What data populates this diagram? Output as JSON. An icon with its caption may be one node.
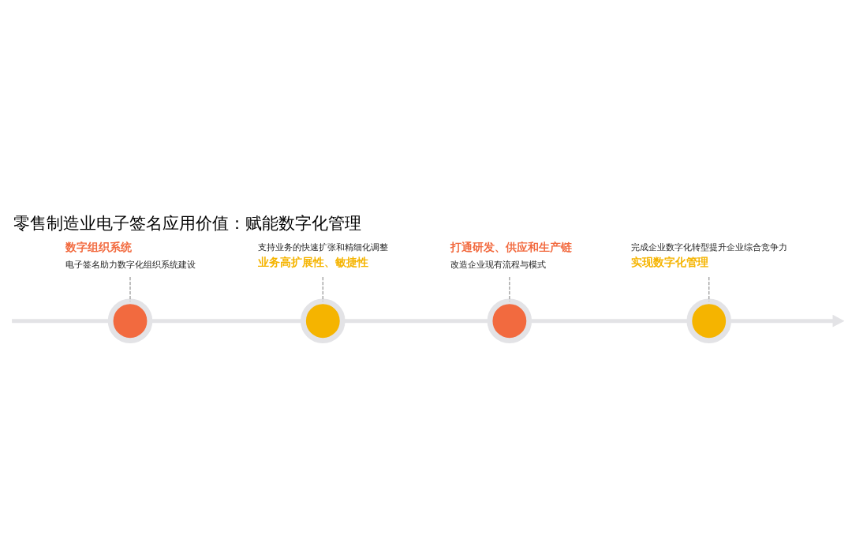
{
  "diagram": {
    "title": "零售制造业电子签名应用价值：赋能数字化管理",
    "nodes": [
      {
        "text": [
          "数字组织系统",
          "电子签名助力数字化组织系统建设"
        ]
      },
      {
        "text": [],
        "shape": "circle"
      },
      {
        "text": [],
        "shape": "circle"
      },
      {
        "text": [
          "支持业务的快速扩张和精细化调整",
          "业务高扩展性、敏捷性"
        ]
      },
      {
        "text": [
          "打通研发、供应和生产链",
          "改造企业现有流程与模式"
        ]
      },
      {
        "text": [],
        "shape": "circle"
      },
      {
        "text": [],
        "shape": "circle"
      },
      {
        "text": [
          "完成企业数字化转型提升企业综合竞争力",
          "实现数字化管理"
        ]
      }
    ],
    "edges": [
      {
        "from": 0,
        "to": 1,
        "arrow": "none",
        "style": "dashed",
        "color": "#9a9a9a"
      },
      {
        "from": 3,
        "to": 2,
        "arrow": "none",
        "style": "dashed",
        "color": "#9a9a9a"
      },
      {
        "from": 4,
        "to": 5,
        "arrow": "none",
        "style": "dashed",
        "color": "#9a9a9a"
      },
      {
        "from": 7,
        "to": 6,
        "arrow": "none",
        "style": "dashed",
        "color": "#9a9a9a"
      },
      {
        "from": null,
        "to": 1,
        "arrow": "none"
      },
      {
        "from": 1,
        "to": 2,
        "arrow": "none"
      },
      {
        "from": 2,
        "to": 5,
        "arrow": "none"
      },
      {
        "from": 5,
        "to": 6,
        "arrow": "none"
      },
      {
        "from": 6,
        "to": null,
        "arrow": "to"
      }
    ]
  }
}
